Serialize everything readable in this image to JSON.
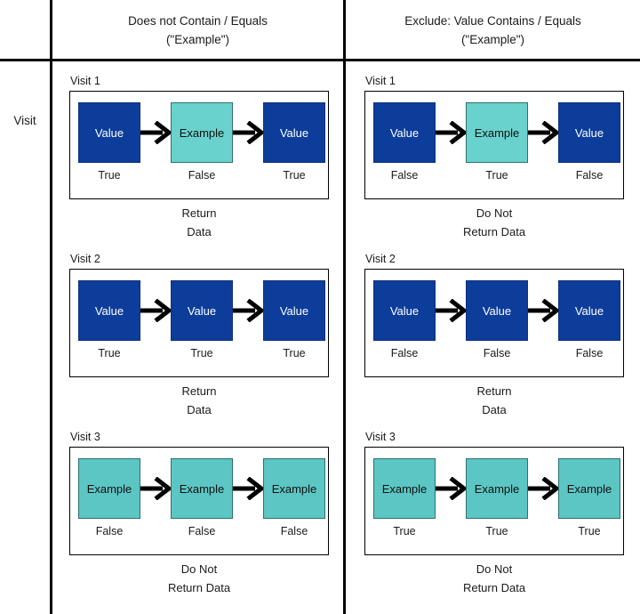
{
  "row_header": {
    "label": "Visit"
  },
  "columns": [
    {
      "title_line1": "Does not Contain / Equals",
      "title_line2": "(\"Example\")"
    },
    {
      "title_line1": "Exclude: Value Contains / Equals",
      "title_line2": "(\"Example\")"
    }
  ],
  "colors": {
    "value_fill": "#0D3D9B",
    "value_border": "#10307A",
    "example_fill_light": "#6AD2CD",
    "example_fill_dark": "#5CC6C4",
    "example_border": "#2F6F6C",
    "arrow": "#000000",
    "grid_line": "#000000",
    "panel_border": "#000000",
    "text": "#1A1A1A"
  },
  "icons": {
    "arrow": "arrow-right-icon"
  },
  "blocks": [
    {
      "id": "left-visit-1",
      "column": 0,
      "title": "Visit 1",
      "caption_line1": "Return",
      "caption_line2": "Data",
      "nodes": [
        {
          "label": "Value",
          "kind": "value",
          "flag": "True"
        },
        {
          "label": "Example",
          "kind": "example-light",
          "flag": "False"
        },
        {
          "label": "Value",
          "kind": "value",
          "flag": "True"
        }
      ]
    },
    {
      "id": "left-visit-2",
      "column": 0,
      "title": "Visit 2",
      "caption_line1": "Return",
      "caption_line2": "Data",
      "nodes": [
        {
          "label": "Value",
          "kind": "value",
          "flag": "True"
        },
        {
          "label": "Value",
          "kind": "value",
          "flag": "True"
        },
        {
          "label": "Value",
          "kind": "value",
          "flag": "True"
        }
      ]
    },
    {
      "id": "left-visit-3",
      "column": 0,
      "title": "Visit 3",
      "caption_line1": "Do Not",
      "caption_line2": "Return Data",
      "nodes": [
        {
          "label": "Example",
          "kind": "example-dark",
          "flag": "False"
        },
        {
          "label": "Example",
          "kind": "example-dark",
          "flag": "False"
        },
        {
          "label": "Example",
          "kind": "example-dark",
          "flag": "False"
        }
      ]
    },
    {
      "id": "right-visit-1",
      "column": 1,
      "title": "Visit 1",
      "caption_line1": "Do Not",
      "caption_line2": "Return Data",
      "nodes": [
        {
          "label": "Value",
          "kind": "value",
          "flag": "False"
        },
        {
          "label": "Example",
          "kind": "example-light",
          "flag": "True"
        },
        {
          "label": "Value",
          "kind": "value",
          "flag": "False"
        }
      ]
    },
    {
      "id": "right-visit-2",
      "column": 1,
      "title": "Visit 2",
      "caption_line1": "Return",
      "caption_line2": "Data",
      "nodes": [
        {
          "label": "Value",
          "kind": "value",
          "flag": "False"
        },
        {
          "label": "Value",
          "kind": "value",
          "flag": "False"
        },
        {
          "label": "Value",
          "kind": "value",
          "flag": "False"
        }
      ]
    },
    {
      "id": "right-visit-3",
      "column": 1,
      "title": "Visit 3",
      "caption_line1": "Do Not",
      "caption_line2": "Return Data",
      "nodes": [
        {
          "label": "Example",
          "kind": "example-dark",
          "flag": "True"
        },
        {
          "label": "Example",
          "kind": "example-dark",
          "flag": "True"
        },
        {
          "label": "Example",
          "kind": "example-dark",
          "flag": "True"
        }
      ]
    }
  ]
}
